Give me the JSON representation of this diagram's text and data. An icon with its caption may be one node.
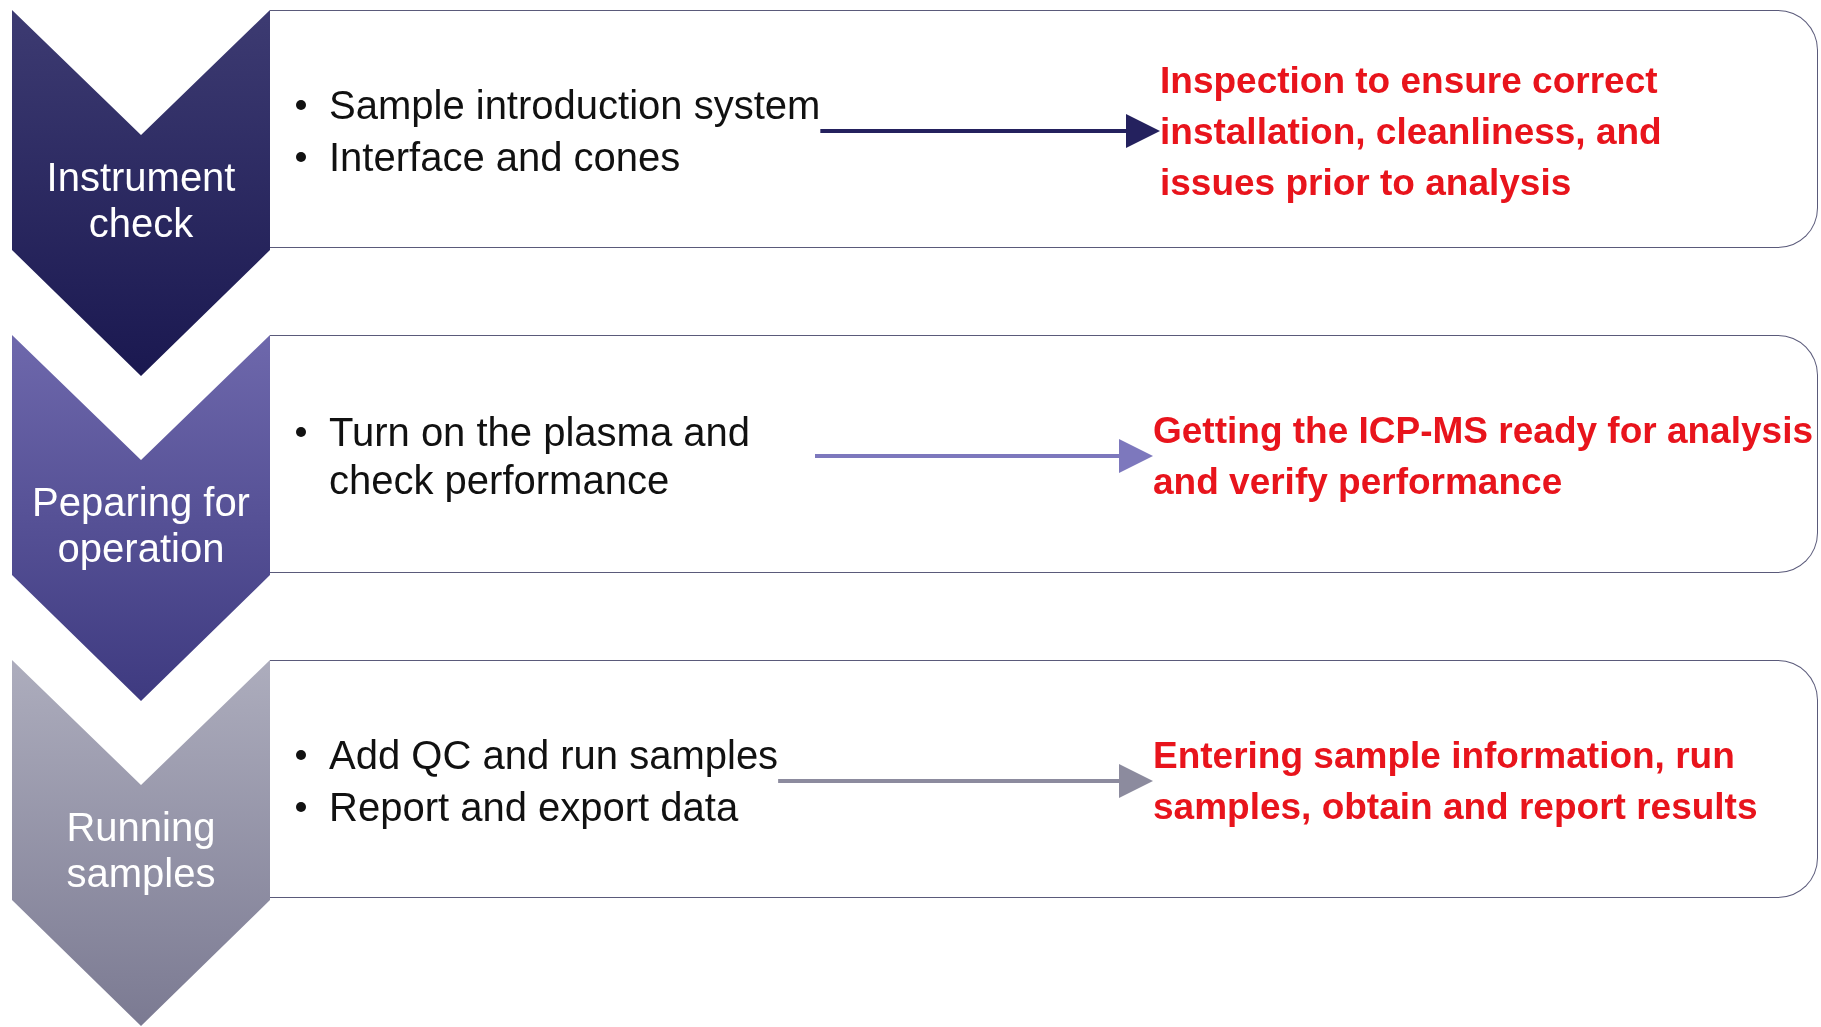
{
  "diagram": {
    "nodes": [
      {
        "text": [
          "Instrument check"
        ]
      },
      {
        "text": [],
        "shape": "box"
      },
      {
        "text": [
          "Sample introduction system",
          "Interface and cones"
        ],
        "in": 1
      },
      {
        "text": [
          "Inspection to ensure correct installation, cleanliness, and issues prior to analysis"
        ],
        "in": 1
      },
      {
        "text": [
          "Peparing for operation"
        ]
      },
      {
        "text": [],
        "shape": "box"
      },
      {
        "text": [
          "Turn on the plasma and check performance"
        ],
        "in": 5
      },
      {
        "text": [
          "Getting the ICP-MS ready for analysis and verify performance"
        ],
        "in": 5
      },
      {
        "text": [
          "Running samples"
        ]
      },
      {
        "text": [],
        "shape": "box"
      },
      {
        "text": [
          "Add QC and run samples",
          "Report and export data"
        ],
        "in": 9
      },
      {
        "text": [
          "Entering sample information, run samples, obtain and report results"
        ],
        "in": 9
      }
    ],
    "edges": [
      {
        "from": 2,
        "to": 3,
        "arrow": "to",
        "color": "#24215e"
      },
      {
        "from": 6,
        "to": 7,
        "arrow": "to",
        "color": "#7d78bd"
      },
      {
        "from": 10,
        "to": 11,
        "arrow": "to",
        "color": "#8c8b9e"
      }
    ]
  }
}
